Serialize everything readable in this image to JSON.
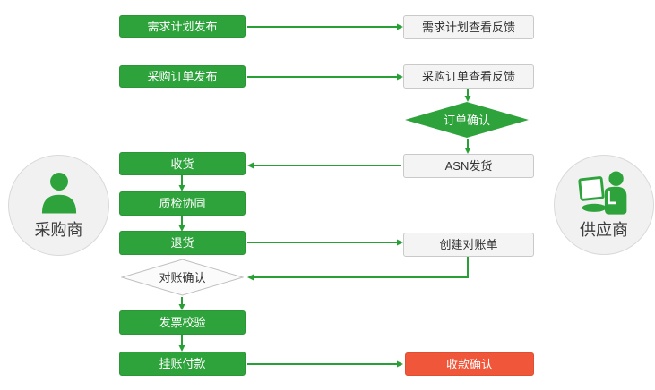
{
  "colors": {
    "green": "#2ea33c",
    "arrow_green": "#28a036",
    "red": "#f0563a",
    "node_light_bg": "#f4f4f4",
    "node_light_border": "#c9c9c9",
    "diamond_light_bg": "#fbfbfb",
    "diamond_light_border": "#c0c0c0",
    "circle_bg": "#f1f1f1",
    "circle_border": "#d9d9d9",
    "text_dark": "#333333"
  },
  "actors": {
    "buyer": {
      "label": "采购商"
    },
    "supplier": {
      "label": "供应商"
    }
  },
  "buyer_flow": {
    "demand_plan_publish": "需求计划发布",
    "po_publish": "采购订单发布",
    "receive_goods": "收货",
    "quality_collab": "质检协同",
    "return_goods": "退货",
    "reconcile_confirm": "对账确认",
    "invoice_check": "发票校验",
    "book_payment": "挂账付款"
  },
  "supplier_flow": {
    "demand_plan_feedback": "需求计划查看反馈",
    "po_feedback": "采购订单查看反馈",
    "order_confirm": "订单确认",
    "asn_ship": "ASN发货",
    "create_statement": "创建对账单",
    "receipt_confirm": "收款确认"
  }
}
